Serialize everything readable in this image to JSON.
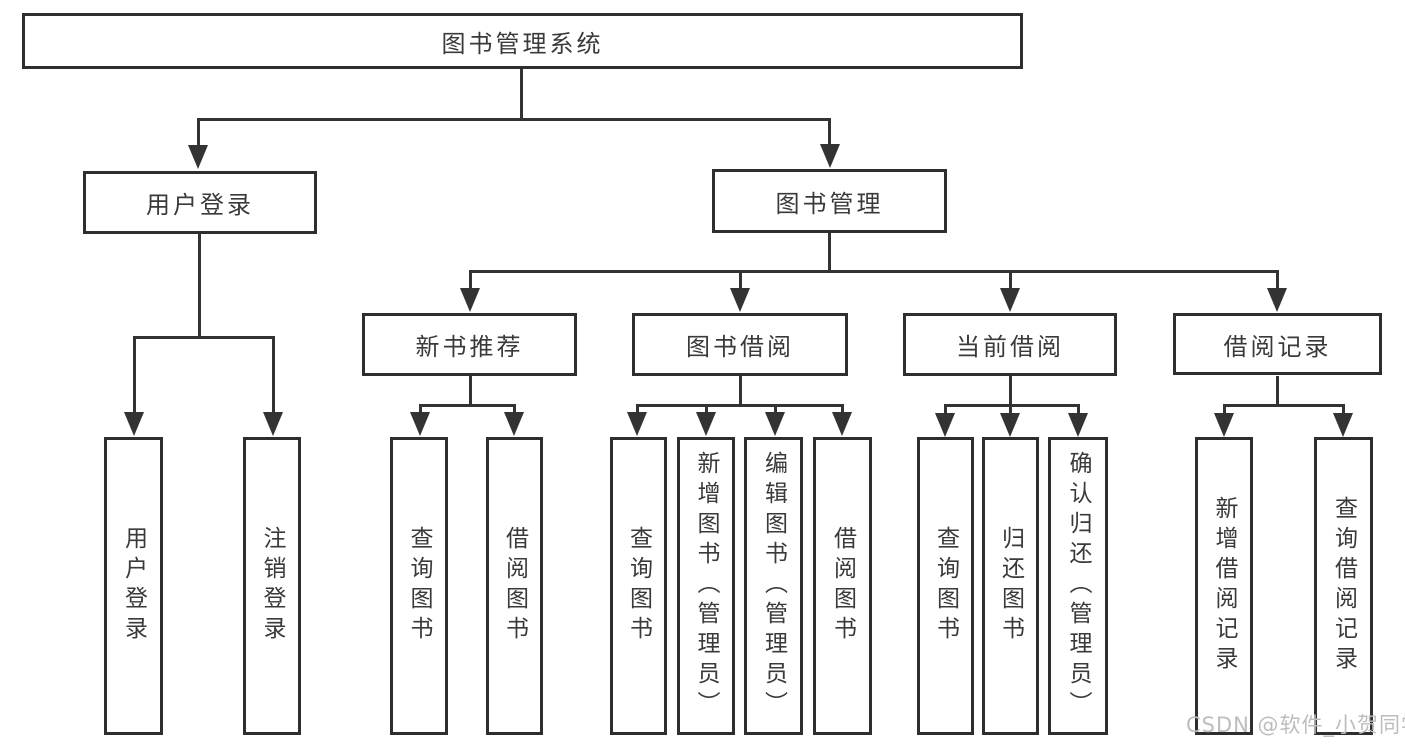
{
  "diagram": {
    "root": {
      "label": "图书管理系统"
    },
    "branches": [
      {
        "label": "用户登录",
        "children": [
          {
            "label": "用户登录"
          },
          {
            "label": "注销登录"
          }
        ]
      },
      {
        "label": "图书管理",
        "children": [
          {
            "label": "新书推荐",
            "children": [
              {
                "label": "查询图书"
              },
              {
                "label": "借阅图书"
              }
            ]
          },
          {
            "label": "图书借阅",
            "children": [
              {
                "label": "查询图书"
              },
              {
                "label": "新增图书（管理员）"
              },
              {
                "label": "编辑图书（管理员）"
              },
              {
                "label": "借阅图书"
              }
            ]
          },
          {
            "label": "当前借阅",
            "children": [
              {
                "label": "查询图书"
              },
              {
                "label": "归还图书"
              },
              {
                "label": "确认归还（管理员）"
              }
            ]
          },
          {
            "label": "借阅记录",
            "children": [
              {
                "label": "新增借阅记录"
              },
              {
                "label": "查询借阅记录"
              }
            ]
          }
        ]
      }
    ],
    "watermark": "CSDN @软件_小贺同学",
    "colors": {
      "line": "#333333",
      "box_border": "#2e2e2e",
      "text": "#3a3a3a",
      "watermark": "#bdbdbd",
      "background": "#ffffff"
    }
  }
}
